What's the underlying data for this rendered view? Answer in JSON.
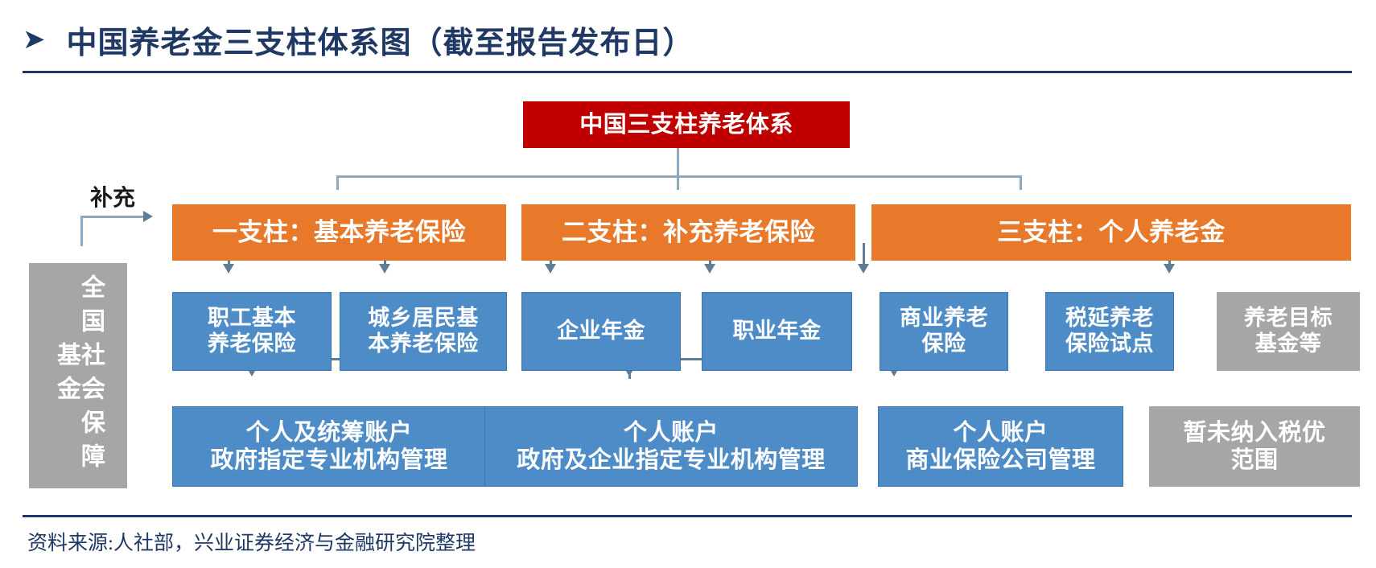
{
  "header": {
    "bullet": "➤",
    "title": "中国养老金三支柱体系图（截至报告发布日）"
  },
  "footer": {
    "source": "资料来源:人社部，兴业证券经济与金融研究院整理"
  },
  "colors": {
    "title_blue": "#1F3864",
    "red": "#C00000",
    "orange": "#E8792B",
    "blue": "#4E8CC8",
    "gray": "#A6A6A6",
    "connector": "#8EA9BE"
  },
  "diagram": {
    "root": {
      "label": "中国三支柱养老体系"
    },
    "side_note": {
      "label": "补充"
    },
    "national_fund": {
      "label": "全国社会保障基金"
    },
    "pillars": [
      {
        "label": "一支柱：基本养老保险"
      },
      {
        "label": "二支柱：补充养老保险"
      },
      {
        "label": "三支柱：个人养老金"
      }
    ],
    "products": [
      {
        "label": "职工基本\n养老保险",
        "kind": "blue"
      },
      {
        "label": "城乡居民基\n本养老保险",
        "kind": "blue"
      },
      {
        "label": "企业年金",
        "kind": "blue"
      },
      {
        "label": "职业年金",
        "kind": "blue"
      },
      {
        "label": "商业养老\n保险",
        "kind": "blue"
      },
      {
        "label": "税延养老\n保险试点",
        "kind": "blue"
      },
      {
        "label": "养老目标\n基金等",
        "kind": "gray"
      }
    ],
    "accounts": [
      {
        "label": "个人及统筹账户\n政府指定专业机构管理",
        "kind": "blue"
      },
      {
        "label": "个人账户\n政府及企业指定专业机构管理",
        "kind": "blue"
      },
      {
        "label": "个人账户\n商业保险公司管理",
        "kind": "blue"
      },
      {
        "label": "暂未纳入税优\n范围",
        "kind": "gray"
      }
    ]
  }
}
